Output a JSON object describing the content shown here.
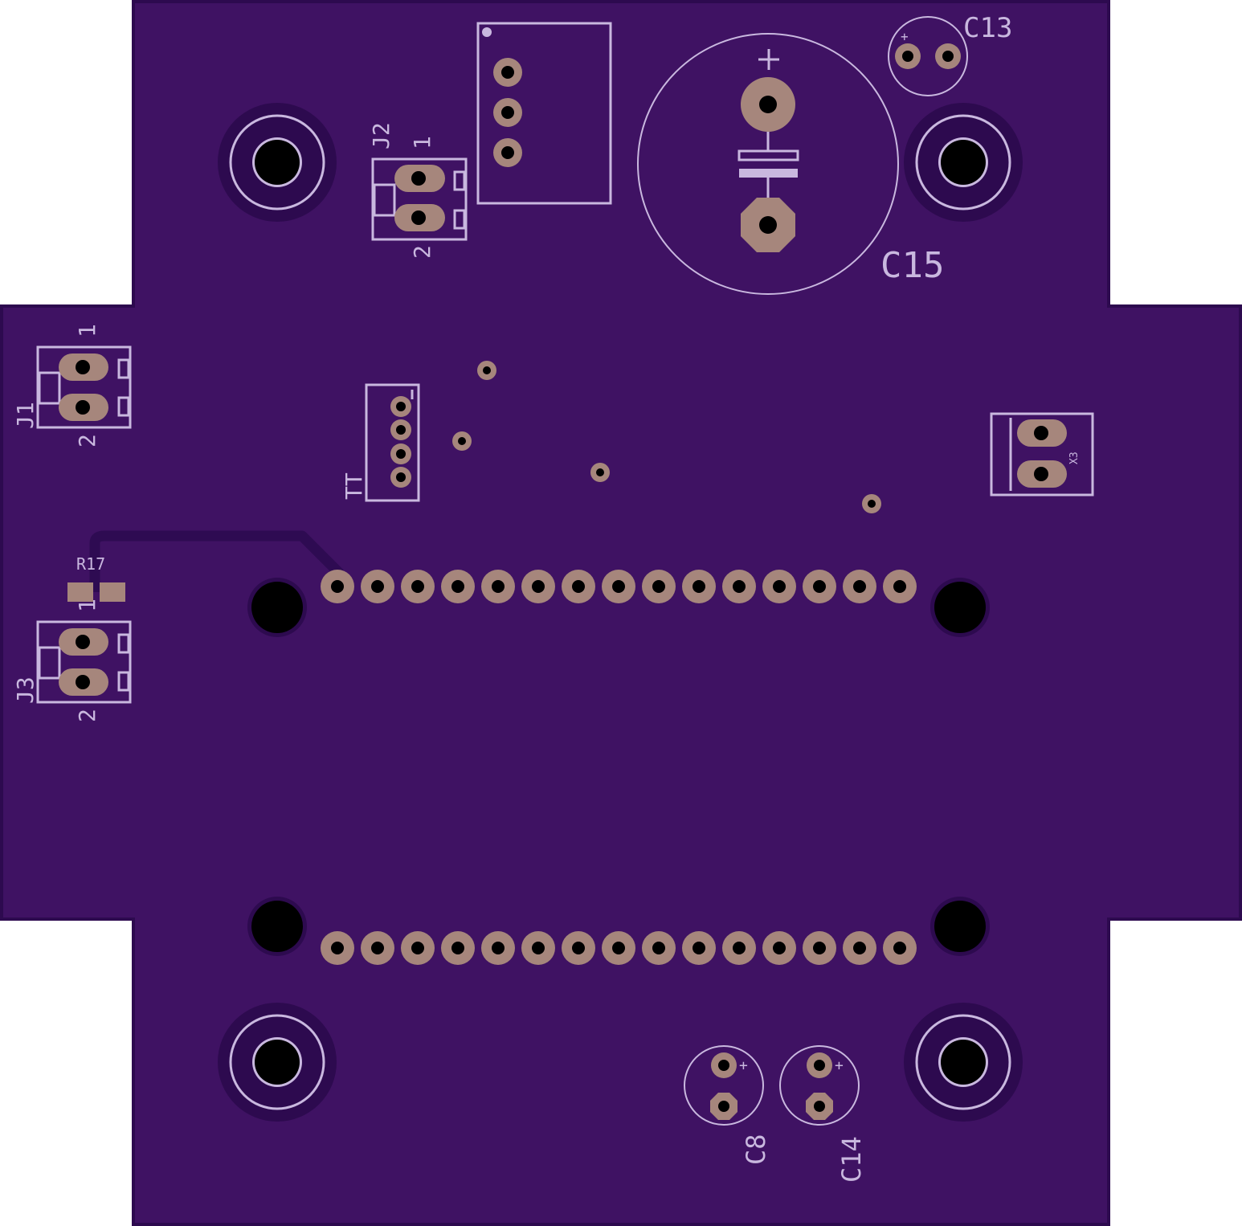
{
  "board": {
    "colors": {
      "substrate": "#3f1263",
      "edge": "#2d0a4f",
      "silkscreen": "#c9b8df",
      "pad": "#a6867c",
      "hole": "#000000"
    }
  },
  "labels": {
    "c13": "C13",
    "c15": "C15",
    "c15_plus": "+",
    "c13_plus": "+",
    "c8": "C8",
    "c8_plus": "+",
    "c14": "C14",
    "c14_plus": "+",
    "j1": "J1",
    "j1_pin1": "1",
    "j1_pin2": "2",
    "j2": "J2",
    "j2_pin1": "1",
    "j2_pin2": "2",
    "j3": "J3",
    "j3_pin1": "1",
    "j3_pin2": "2",
    "r17": "R17",
    "tt": "TT",
    "x3": "X3"
  }
}
